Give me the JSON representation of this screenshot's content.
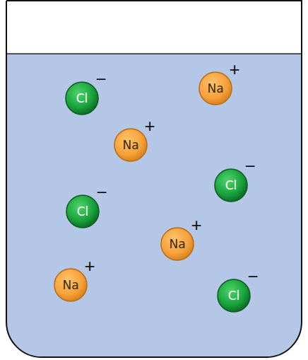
{
  "diagram": {
    "nodes": [
      {
        "text": [
          "Cl",
          "−"
        ]
      },
      {
        "text": [
          "Na",
          "+"
        ]
      },
      {
        "text": [
          "Na",
          "+"
        ]
      },
      {
        "text": [
          "Cl",
          "−"
        ]
      },
      {
        "text": [
          "Cl",
          "−"
        ]
      },
      {
        "text": [
          "Na",
          "+"
        ]
      },
      {
        "text": [
          "Na",
          "+"
        ]
      },
      {
        "text": [
          "Cl",
          "−"
        ]
      }
    ]
  }
}
